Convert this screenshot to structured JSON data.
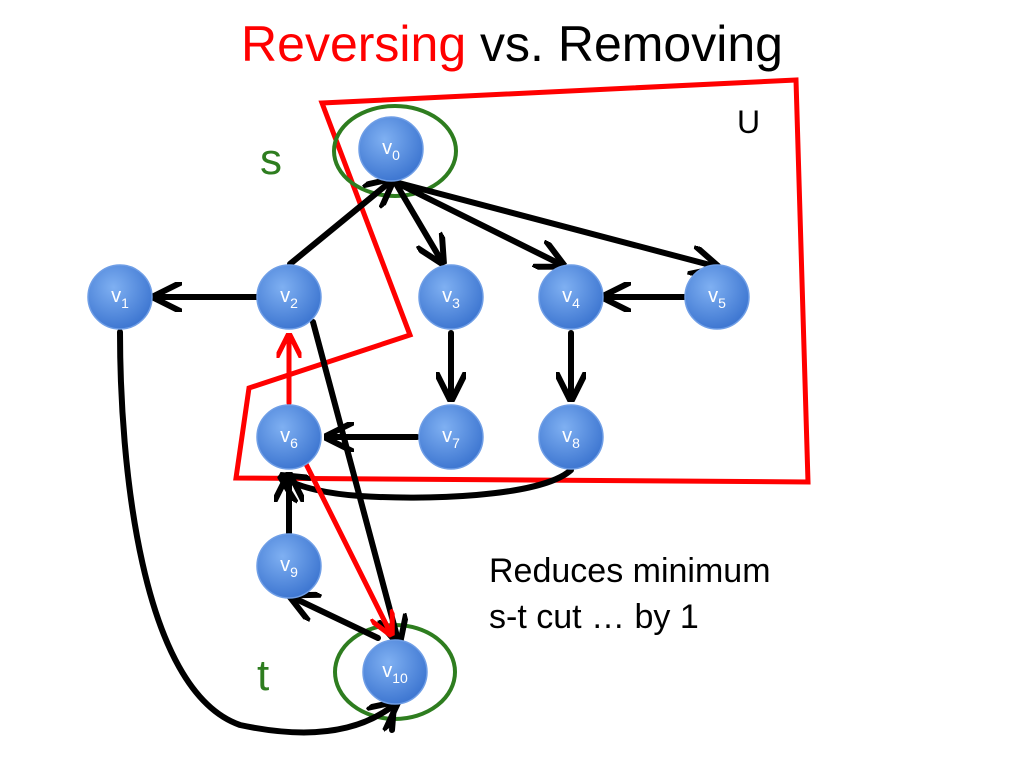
{
  "title": {
    "accent": "Reversing",
    "rest": " vs. Removing"
  },
  "colors": {
    "accent": "#ff0000",
    "terminal": "#2e7d1f",
    "node_fill": "#4a84dc",
    "edge": "#000000"
  },
  "set_label": "U",
  "source_label": "s",
  "sink_label": "t",
  "nodes": [
    {
      "id": "v0",
      "base": "v",
      "sub": "0"
    },
    {
      "id": "v1",
      "base": "v",
      "sub": "1"
    },
    {
      "id": "v2",
      "base": "v",
      "sub": "2"
    },
    {
      "id": "v3",
      "base": "v",
      "sub": "3"
    },
    {
      "id": "v4",
      "base": "v",
      "sub": "4"
    },
    {
      "id": "v5",
      "base": "v",
      "sub": "5"
    },
    {
      "id": "v6",
      "base": "v",
      "sub": "6"
    },
    {
      "id": "v7",
      "base": "v",
      "sub": "7"
    },
    {
      "id": "v8",
      "base": "v",
      "sub": "8"
    },
    {
      "id": "v9",
      "base": "v",
      "sub": "9"
    },
    {
      "id": "v10",
      "base": "v",
      "sub": "10"
    }
  ],
  "edges": [
    {
      "from": "v2",
      "to": "v0",
      "color": "black"
    },
    {
      "from": "v0",
      "to": "v3",
      "color": "black"
    },
    {
      "from": "v0",
      "to": "v4",
      "color": "black"
    },
    {
      "from": "v0",
      "to": "v5",
      "color": "black"
    },
    {
      "from": "v2",
      "to": "v1",
      "color": "black"
    },
    {
      "from": "v5",
      "to": "v4",
      "color": "black"
    },
    {
      "from": "v3",
      "to": "v7",
      "color": "black"
    },
    {
      "from": "v4",
      "to": "v8",
      "color": "black"
    },
    {
      "from": "v7",
      "to": "v6",
      "color": "black"
    },
    {
      "from": "v8",
      "to": "v6",
      "color": "black"
    },
    {
      "from": "v9",
      "to": "v6",
      "color": "black"
    },
    {
      "from": "v10",
      "to": "v9",
      "color": "black"
    },
    {
      "from": "v2",
      "to": "v10",
      "color": "black"
    },
    {
      "from": "v1",
      "to": "v10",
      "color": "black"
    },
    {
      "from": "v6",
      "to": "v2",
      "color": "red"
    },
    {
      "from": "v6",
      "to": "v10",
      "color": "red"
    }
  ],
  "caption": {
    "line1": "Reduces minimum",
    "line2": "s-t cut … by 1"
  }
}
